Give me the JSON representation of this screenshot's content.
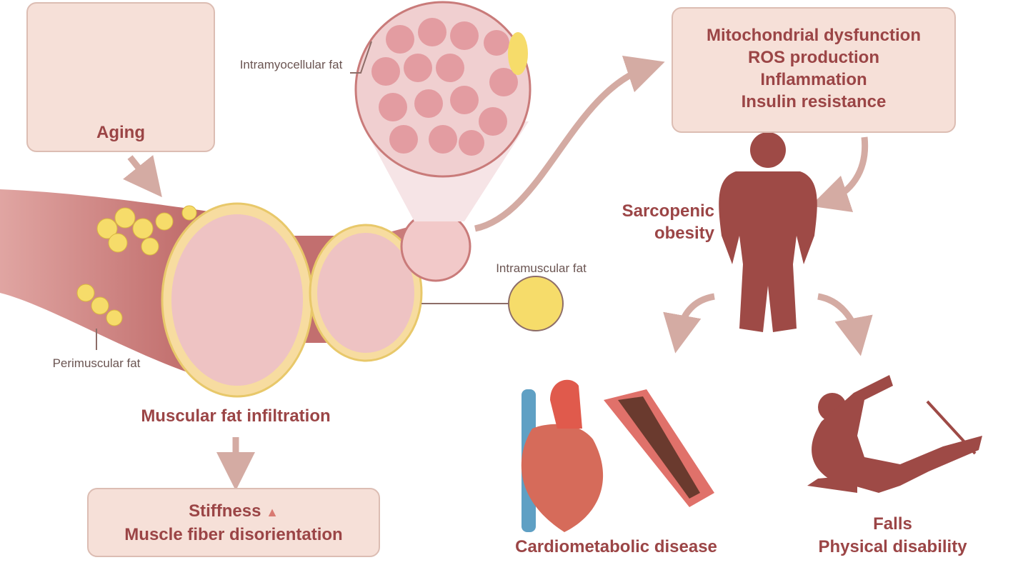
{
  "aging": {
    "label": "Aging"
  },
  "labels": {
    "intramyocellular": "Intramyocellular fat",
    "intramuscular": "Intramuscular fat",
    "perimuscular": "Perimuscular fat",
    "infiltration": "Muscular fat infiltration",
    "sarcopenic_obesity": "Sarcopenic obesity"
  },
  "effects_box": {
    "lines": [
      "Mitochondrial dysfunction",
      "ROS production",
      "Inflammation",
      "Insulin resistance"
    ]
  },
  "stiffness_box": {
    "line1": "Stiffness",
    "line2": "Muscle fiber disorientation"
  },
  "cardio_box": {
    "label": "Cardiometabolic disease"
  },
  "falls_box": {
    "line1": "Falls",
    "line2": "Physical disability"
  },
  "colors": {
    "figure": "#9e4a46",
    "box_fill": "#f6e0d8",
    "text": "#9b4546",
    "fat": "#f6dc6a",
    "muscle": "#d98a8e"
  }
}
